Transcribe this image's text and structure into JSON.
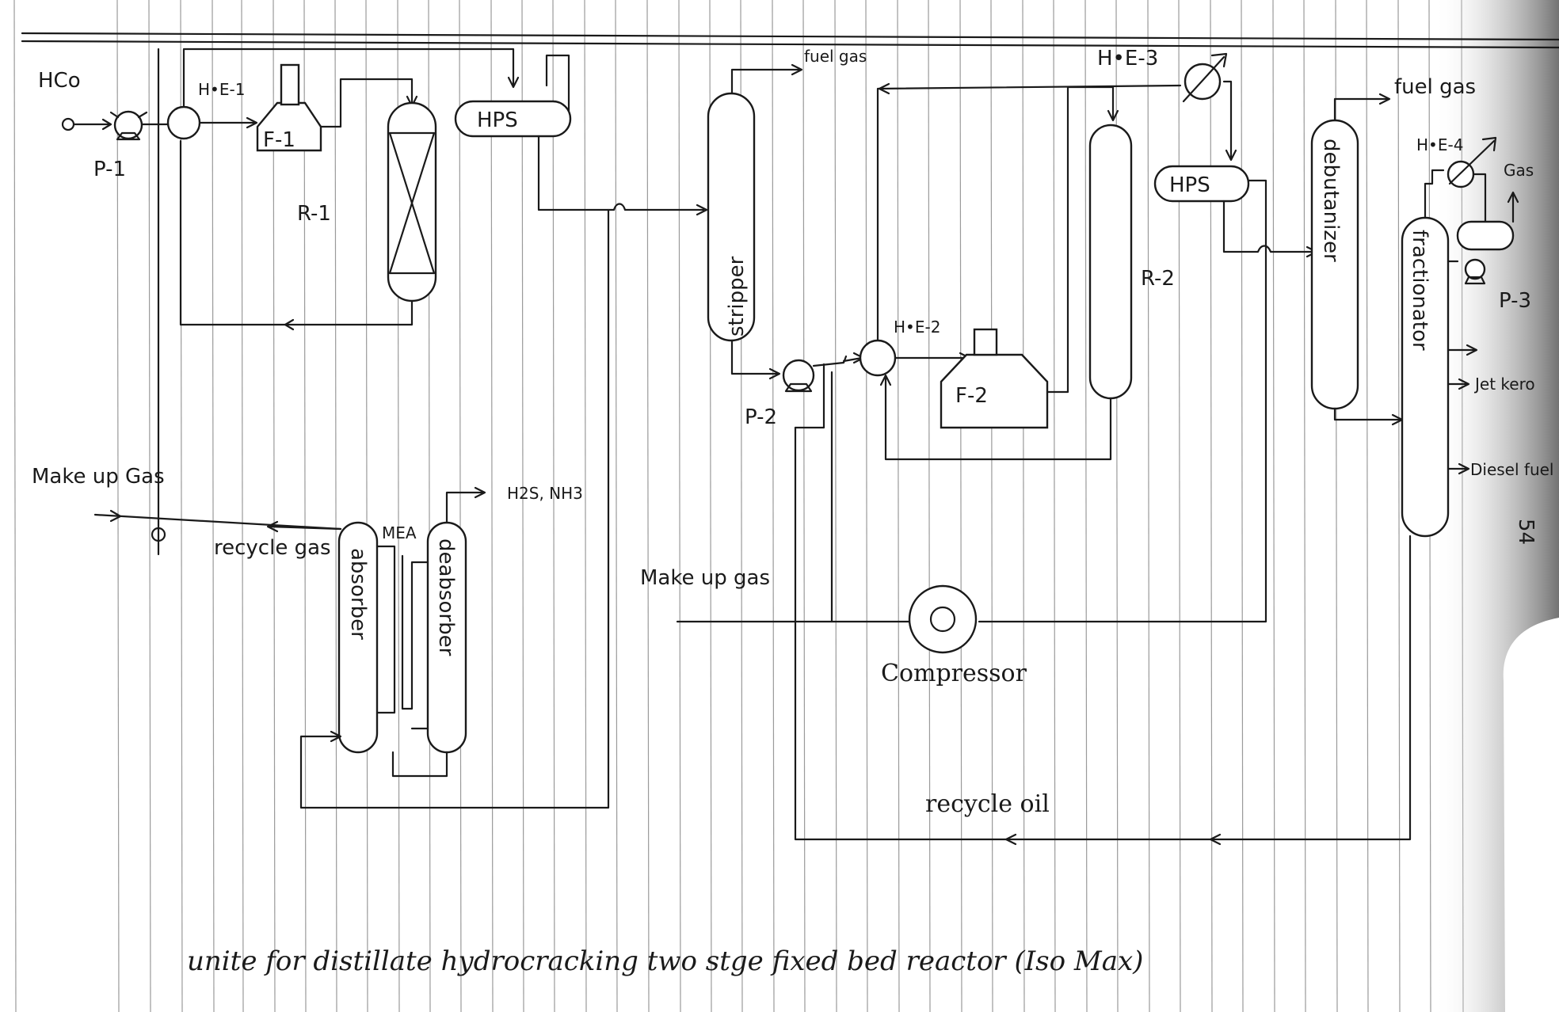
{
  "labels": {
    "hco": "HCo",
    "p1": "P-1",
    "he1": "H•E-1",
    "f1": "F-1",
    "r1": "R-1",
    "hps1": "HPS",
    "fuel_gas_1": "fuel gas",
    "stripper": "stripper",
    "p2": "P-2",
    "he2": "H•E-2",
    "f2": "F-2",
    "r2": "R-2",
    "he3": "H•E-3",
    "hps2": "HPS",
    "fuel_gas_2": "fuel gas",
    "debutanizer": "debutanizer",
    "fractionator": "fractionator",
    "he4": "H•E-4",
    "gas_out": "Gas",
    "p3": "P-3",
    "jet_kero": "Jet kero",
    "diesel_fuel": "Diesel fuel",
    "page_no": "54",
    "makeup_gas_1": "Make up Gas",
    "recycle_gas": "recycle gas",
    "mea": "MEA",
    "h2s_nh3": "H2S, NH3",
    "absorber": "absorber",
    "deabsorber": "deabsorber",
    "makeup_gas_2": "Make up gas",
    "compressor": "Compressor",
    "recycle_oil": "recycle oil"
  },
  "caption": "unite for distillate hydrocracking two stge fixed bed reactor (Iso Max)"
}
